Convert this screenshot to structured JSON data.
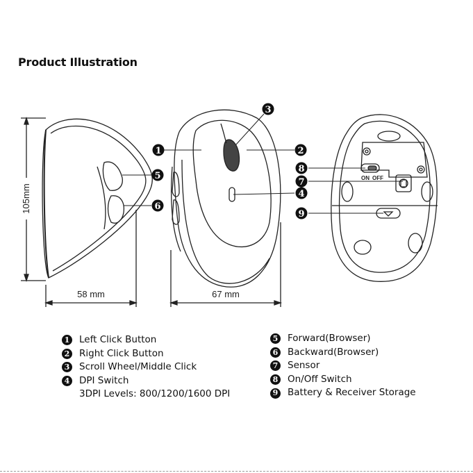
{
  "title": "Product Illustration",
  "dimensions": {
    "height": "105mm",
    "side_width": "58 mm",
    "front_width": "67 mm"
  },
  "switch_labels": {
    "on": "ON",
    "off": "OFF"
  },
  "callouts": [
    "1",
    "2",
    "3",
    "4",
    "5",
    "6",
    "7",
    "8",
    "9"
  ],
  "legend_left": [
    {
      "num": "1",
      "label": "Left Click Button"
    },
    {
      "num": "2",
      "label": "Right Click Button"
    },
    {
      "num": "3",
      "label": "Scroll Wheel/Middle Click"
    },
    {
      "num": "4",
      "label": "DPI Switch"
    }
  ],
  "legend_left_note": "3DPI Levels: 800/1200/1600 DPI",
  "legend_right": [
    {
      "num": "5",
      "label": "Forward(Browser)"
    },
    {
      "num": "6",
      "label": "Backward(Browser)"
    },
    {
      "num": "7",
      "label": "Sensor"
    },
    {
      "num": "8",
      "label": "On/Off Switch"
    },
    {
      "num": "9",
      "label": "Battery & Receiver Storage"
    }
  ]
}
